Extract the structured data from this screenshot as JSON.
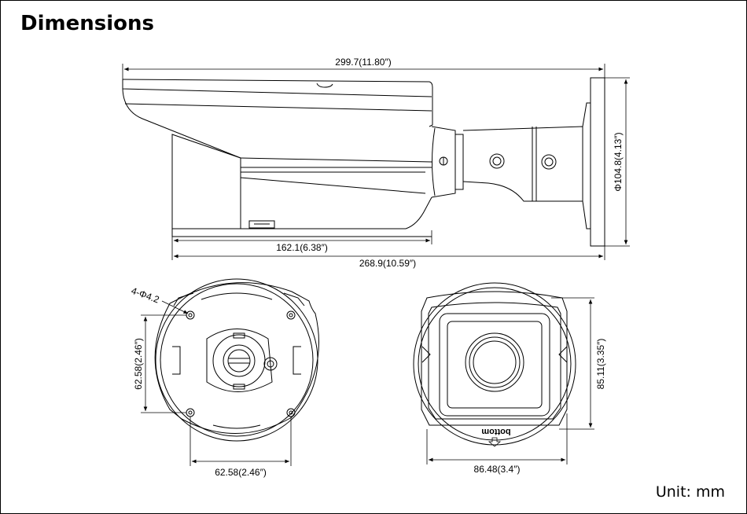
{
  "title": "Dimensions",
  "unit_label": "Unit: mm",
  "side_view": {
    "overall_length": "299.7(11.80″)",
    "body_length": "268.9(10.59″)",
    "front_length": "162.1(6.38″)",
    "mount_diameter": "Φ104.8(4.13″)"
  },
  "bottom_view": {
    "hole_spec": "4-Φ4.2",
    "hole_spacing_vertical": "62.58(2.46″)",
    "hole_spacing_horizontal": "62.58(2.46″)"
  },
  "front_view": {
    "height": "85.11(3.35″)",
    "width": "86.48(3.4″)",
    "label": "bottom"
  }
}
